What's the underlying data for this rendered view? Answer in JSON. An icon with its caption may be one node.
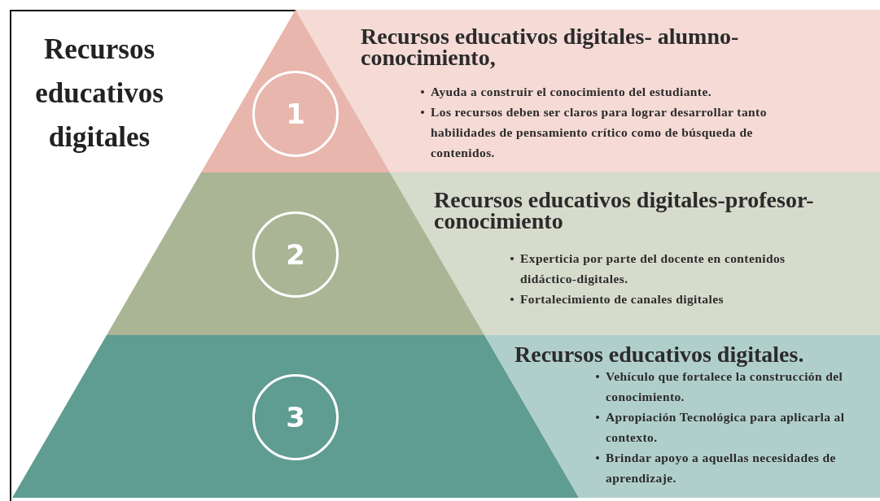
{
  "diagram": {
    "title": "Recursos educativos digitales",
    "nodes": [
      {
        "text": [
          "Recursos educativos digitales- alumno- conocimiento,",
          "Ayuda a construir el conocimiento del estudiante.",
          "Los recursos deben ser claros para lograr desarrollar tanto habilidades de pensamiento crítico como de búsqueda de contenidos."
        ]
      },
      {
        "text": [],
        "shape": "triangle"
      },
      {
        "text": [
          "1"
        ],
        "in": 1
      },
      {
        "text": [
          "Recursos educativos digitales-profesor- conocimiento",
          "Experticia por parte del docente en contenidos didáctico-digitales.",
          "Fortalecimiento de canales digitales"
        ]
      },
      {
        "text": [],
        "shape": "trapezoid"
      },
      {
        "text": [
          "2"
        ],
        "in": 4
      },
      {
        "text": [
          "Recursos educativos digitales.",
          "Vehículo que fortalece la construcción del conocimiento.",
          "Apropiación Tecnológica para aplicarla al contexto.",
          "Brindar apoyo a aquellas necesidades de aprendizaje."
        ]
      },
      {
        "text": [],
        "shape": "trapezoid"
      },
      {
        "text": [
          "3"
        ],
        "in": 7
      }
    ]
  }
}
